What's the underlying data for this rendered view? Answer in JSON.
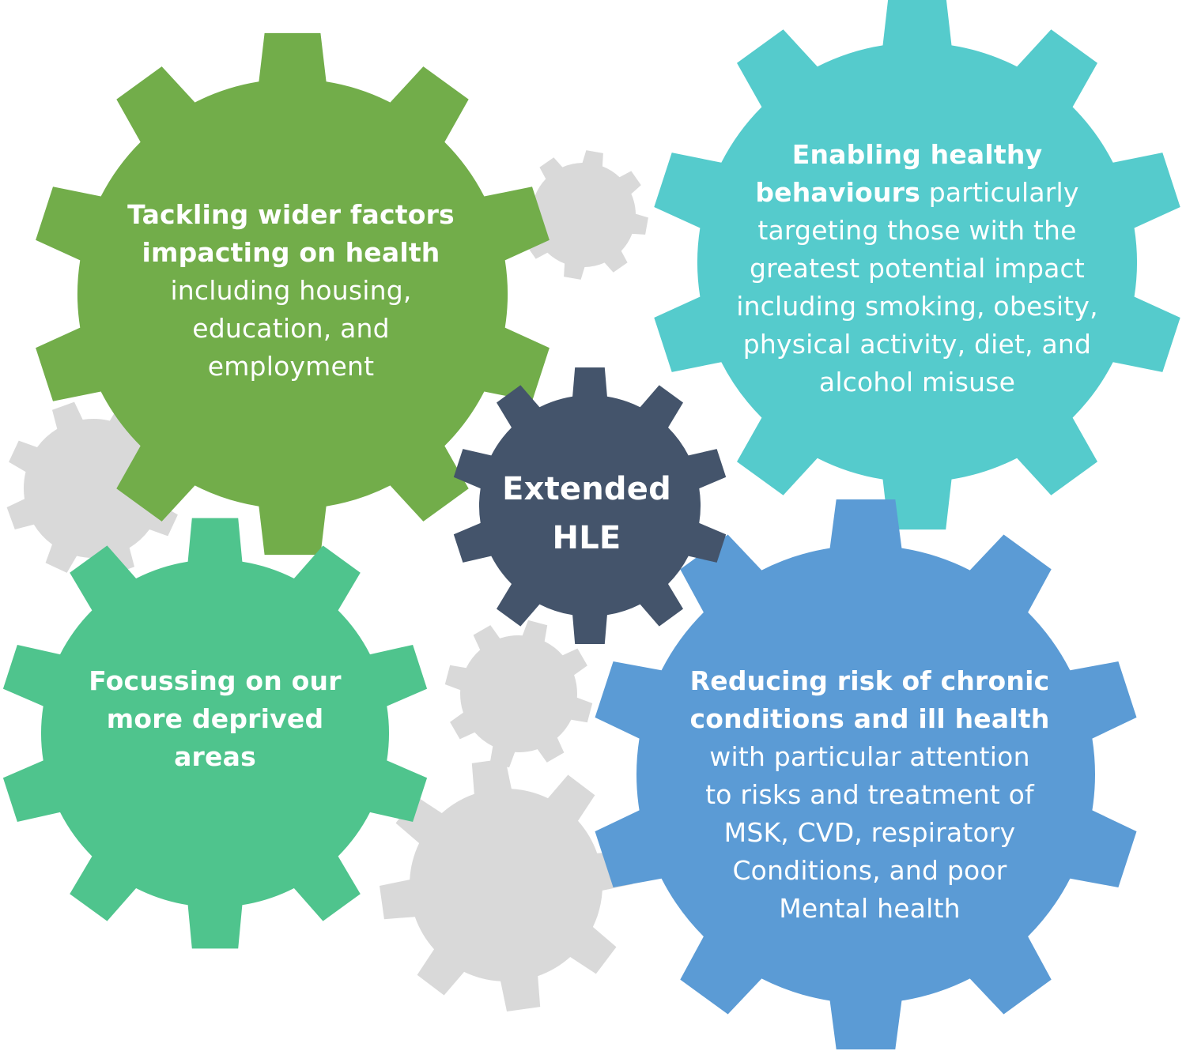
{
  "colors": {
    "green": "#72AD4A",
    "teal": "#55CBCC",
    "slate": "#44546B",
    "mint": "#4FC48D",
    "blue": "#5B9BD5",
    "grey": "#D9D9D9",
    "text": "#FFFFFF"
  },
  "gears": {
    "center": {
      "lines": [
        "Extended",
        "HLE"
      ]
    },
    "top_left": {
      "bold_lines": [
        "Tackling wider factors",
        "impacting on health"
      ],
      "lines": [
        "including housing,",
        "education, and",
        "employment"
      ]
    },
    "top_right": {
      "bold_lines": [
        "Enabling healthy",
        "behaviours"
      ],
      "mixed_tail": " particularly",
      "lines": [
        "targeting those with the",
        "greatest potential impact",
        "including smoking, obesity,",
        "physical activity, diet, and",
        "alcohol misuse"
      ]
    },
    "bottom_left": {
      "bold_lines": [
        "Focussing on our",
        "more deprived",
        "areas"
      ],
      "lines": []
    },
    "bottom_right": {
      "bold_lines": [
        "Reducing risk of chronic",
        "conditions and ill health"
      ],
      "lines": [
        "with particular attention",
        "to risks and treatment of",
        "MSK, CVD, respiratory",
        "Conditions, and poor",
        "Mental health"
      ]
    }
  }
}
